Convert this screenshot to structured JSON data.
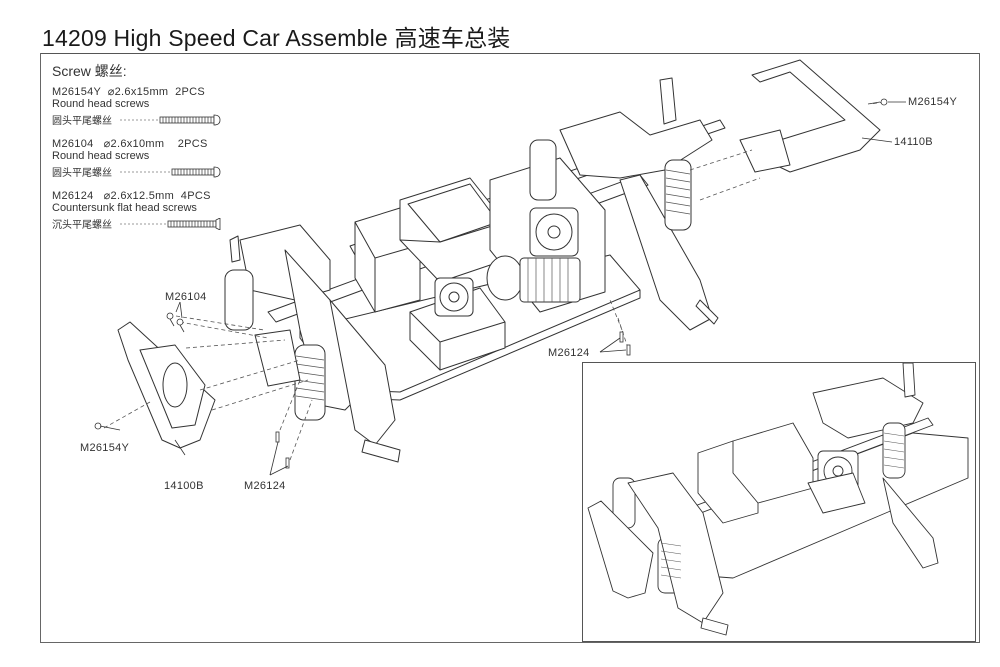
{
  "title": "14209 High Speed Car Assemble 高速车总装",
  "legend": {
    "heading": "Screw 螺丝:",
    "entries": [
      {
        "spec": "M26154Y  ⌀2.6x15mm  2PCS",
        "desc_en": "Round head screws",
        "desc_cn": "圆头平尾螺丝"
      },
      {
        "spec": "M26104   ⌀2.6x10mm    2PCS",
        "desc_en": "Round head screws",
        "desc_cn": "圆头平尾螺丝"
      },
      {
        "spec": "M26124   ⌀2.6x12.5mm  4PCS",
        "desc_en": "Countersunk flat head screws",
        "desc_cn": "沉头平尾螺丝"
      }
    ]
  },
  "callouts": {
    "m26154y_top": "M26154Y",
    "p14110b": "14110B",
    "m26104": "M26104",
    "m26124_mid": "M26124",
    "m26154y_left": "M26154Y",
    "p14100b": "14100B",
    "m26124_bottom": "M26124"
  }
}
